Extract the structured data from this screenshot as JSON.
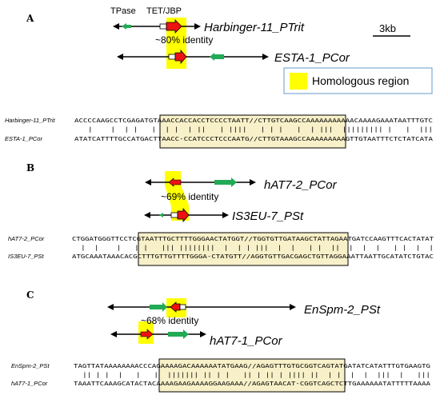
{
  "colors": {
    "homology": "#ffff00",
    "homology_box": "#f8f0c8",
    "tet_arrow": "#ee1111",
    "tpase_arrow": "#22aa55",
    "legend_border": "#6699cc"
  },
  "panel_a": {
    "letter": "A",
    "tpase_label": "TPase",
    "tetjbp_label": "TET/JBP",
    "element1": "Harbinger-11_PTrit",
    "element2": "ESTA-1_PCor",
    "identity": "~80% identity",
    "scale_label": "3kb",
    "legend_label": "Homologous region",
    "seq1_label": "Harbinger-11_PTrit",
    "seq1": "ACCCCAAGCCTCGAGATGTAAACCACCACCTCCCCTAATT//CTTGTCAAGCCAAAAAAAAAAACAAAAGAAATAATTTGTC",
    "match": "   |    |  | |   |  | |  | ||   | ||||   | | |   |  | |||  ||||||||| |   |  |||",
    "seq2_label": "ESTA-1_PCor",
    "seq2": "ATATCATTTTGCCATGACTTAACC-CCATCCCTCCCAATG//CTTGTAAAGCCAAAAAAAAAGTTGTAATTTCTCTATCATA"
  },
  "panel_b": {
    "letter": "B",
    "element1": "hAT7-2_PCor",
    "element2": "IS3EU-7_PSt",
    "identity": "~69% identity",
    "seq1_label": "hAT7-2_PCor",
    "seq1": "CTGGATGGGTTCCTCGTAATTTGCTTTTGGGAACTATGGT//TGGTGTTGATAAGCTATTAGAATGATCCAAGTTTCACTATAT",
    "match": "  |  |    |   | |   ||| ||||||||  |  | | |||  |  |   | |  ||  |  |  |   | |  |  |",
    "seq2_label": "IS3EU-7_PSt",
    "seq2": "ATGCAAATAAACACGCTTTGTTGTTTTGGGA-CTATGTT//AGGTGTTGACGAGCTGTTAGGAAATTAATTGCATATCTGTAC"
  },
  "panel_c": {
    "letter": "C",
    "element1": "EnSpm-2_PSt",
    "element2": "hAT7-1_PCor",
    "identity": "~68% identity",
    "seq1_label": "EnSpm-2_PSt",
    "seq1": "TAGTTATAAAAAAAACCCAGAAAAGACAAAAAATATGAAG//AGAGTTTGTGCGGTCAGTATGATATCATATTTGTGAAGTG",
    "match": "  || | |  |   |   |  ||||||| || | |   || | || | |||| ||  | |  |  |  |||  |   |||",
    "seq2_label": "hAT7-1_PCor",
    "seq2": "TAAATTCAAAGCATACTACAAAAGAAGAAAAGGAAGAAA//AGAGTAACAT-CGGTCAGCTCTTGAAAAAATATTTTTAAAA"
  }
}
